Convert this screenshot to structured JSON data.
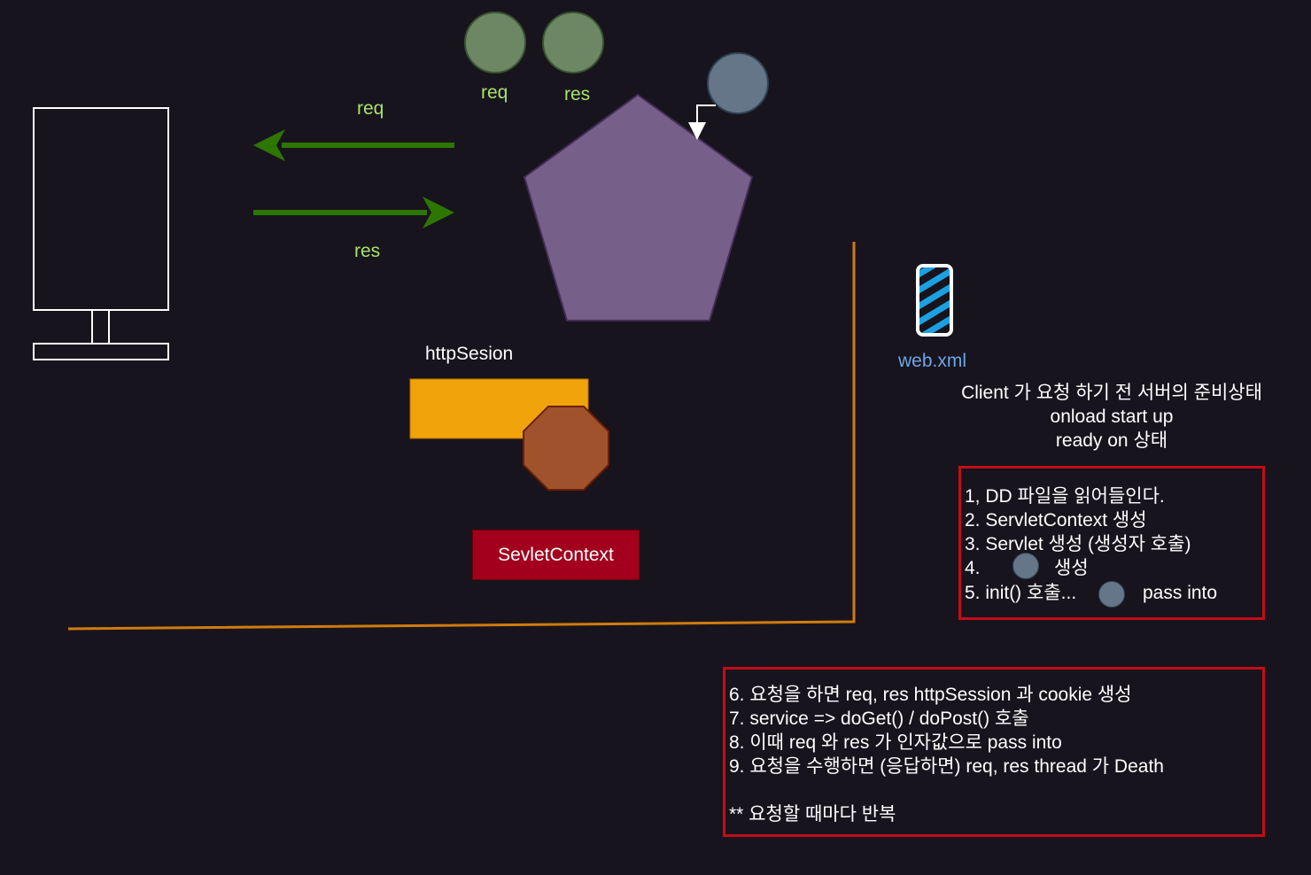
{
  "arrows": {
    "req_label": "req",
    "res_label": "res"
  },
  "objects": {
    "req_label": "req",
    "res_label": "res"
  },
  "session": {
    "label": "httpSesion"
  },
  "servlet_context": {
    "label": "SevletContext"
  },
  "webxml": {
    "label": "web.xml"
  },
  "readiness": {
    "line1": "Client 가 요청 하기 전 서버의 준비상태",
    "line2": "onload start up",
    "line3": "ready on 상태"
  },
  "init_steps": {
    "step1": "1, DD 파일을 읽어들인다.",
    "step2": "2. ServletContext 생성",
    "step3": "3. Servlet 생성 (생성자 호출)",
    "step4_prefix": "4.",
    "step4_suffix": "생성",
    "step5_prefix": "5. init() 호출...",
    "step5_suffix": "pass into"
  },
  "request_steps": {
    "step6": "6. 요청을 하면 req, res httpSession 과 cookie 생성",
    "step7": "7. service => doGet() / doPost() 호출",
    "step8": "8. 이때 req 와 res 가 인자값으로 pass into",
    "step9": "9. 요청을 수행하면 (응답하면) req, res thread 가 Death",
    "note": "** 요청할 때마다 반복"
  },
  "colors": {
    "background": "#18141d",
    "arrow_green": "#2d7600",
    "label_green": "#a8e36b",
    "object_green": "#6d8764",
    "pentagon": "#76608a",
    "session_orange": "#f0a30a",
    "octagon": "#a0522d",
    "servlet_context_red": "#a2001d",
    "boundary_orange": "#d17b0f",
    "box_border_red": "#c20d17",
    "thread_dot": "#647687",
    "webxml_blue": "#1ba1e2"
  }
}
